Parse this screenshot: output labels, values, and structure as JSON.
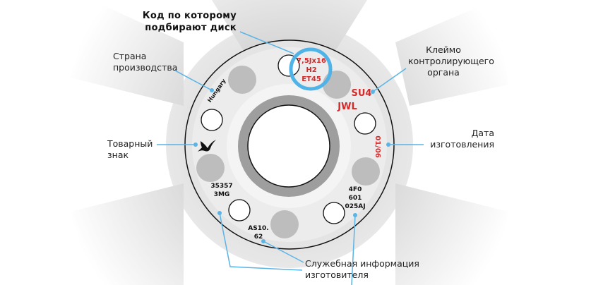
{
  "labels": {
    "title_code": [
      "Код по которому",
      "подбирают диск"
    ],
    "country": [
      "Страна",
      "производства"
    ],
    "trademark": [
      "Товарный",
      "знак"
    ],
    "inspection_mark": [
      "Клеймо",
      "контролирующего",
      "органа"
    ],
    "date": [
      "Дата",
      "изготовления"
    ],
    "service": [
      "Служебная информация",
      "изготовителя"
    ]
  },
  "wheel_text": {
    "size_code": [
      "7,5Jx16",
      "H2",
      "ET45"
    ],
    "country": "Hungary",
    "inspection": [
      "SU4",
      "JWL"
    ],
    "date": "01/06",
    "service_left": [
      "35357",
      "3MG"
    ],
    "service_bottom": [
      "AS10.",
      "62"
    ],
    "service_right": [
      "4F0",
      "601",
      "025AJ"
    ]
  },
  "colors": {
    "accent": "#4fb3e8",
    "red_text": "#d42a2a"
  }
}
